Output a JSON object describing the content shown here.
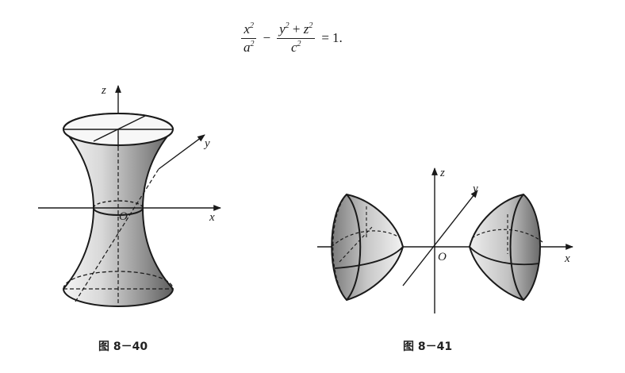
{
  "formula": {
    "term1_num": "x",
    "term1_num_exp": "2",
    "term1_den": "a",
    "term1_den_exp": "2",
    "minus": "−",
    "term2_num_a": "y",
    "term2_num_a_exp": "2",
    "term2_plus": "+",
    "term2_num_b": "z",
    "term2_num_b_exp": "2",
    "term2_den": "c",
    "term2_den_exp": "2",
    "equals": "=",
    "rhs": "1."
  },
  "figure_left": {
    "caption": "图 8－40",
    "axis_z": "z",
    "axis_y": "y",
    "axis_x": "x",
    "origin": "O"
  },
  "figure_right": {
    "caption": "图 8－41",
    "axis_z": "z",
    "axis_y": "y",
    "axis_x": "x",
    "origin": "O"
  },
  "colors": {
    "ink": "#1a1a1a",
    "shade_dark": "#6e6e6e",
    "shade_light": "#f2f2f2"
  }
}
